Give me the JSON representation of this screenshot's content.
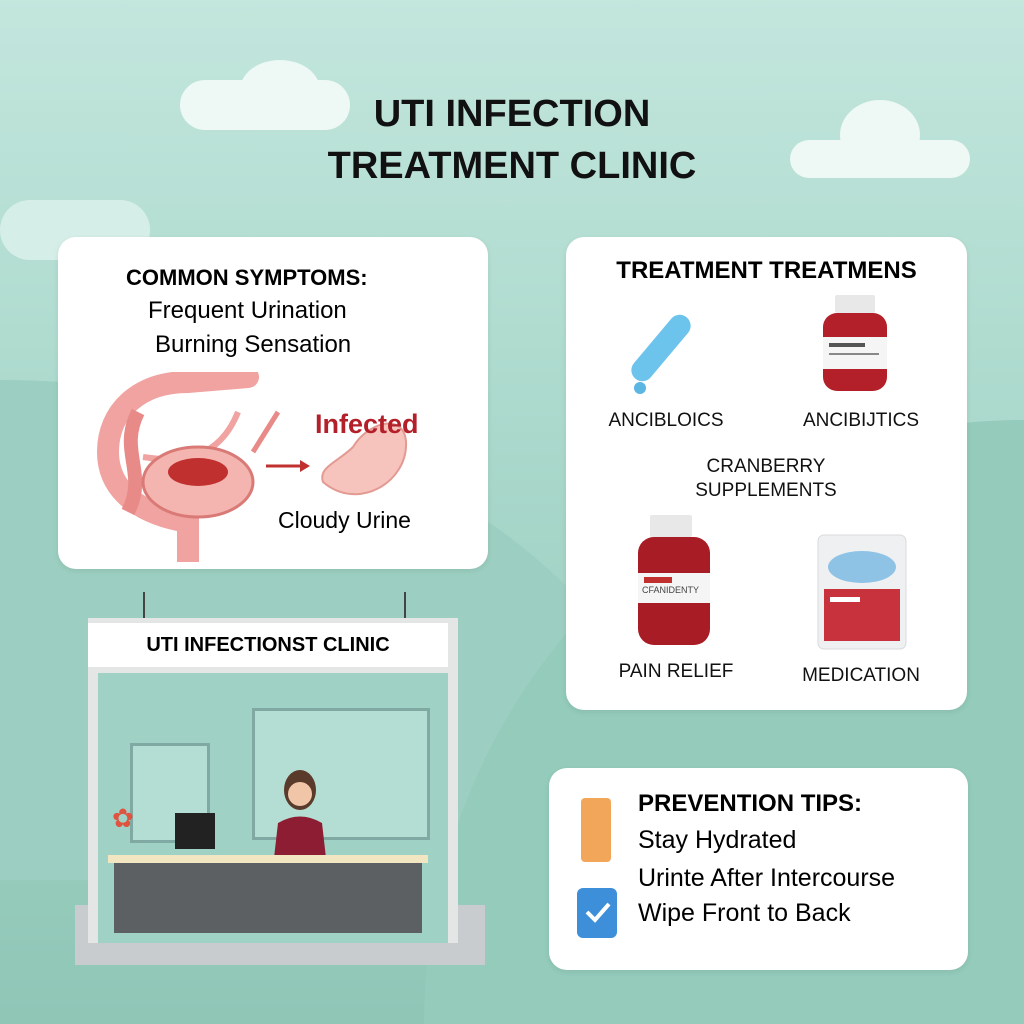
{
  "title": {
    "line1": "UTI INFECTION",
    "line2": "TREATMENT CLINIC"
  },
  "symptoms": {
    "heading": "COMMON SYMPTOMS:",
    "items": [
      "Frequent Urination",
      "Burning Sensation"
    ],
    "infected_label": "Infected",
    "cloudy_label": "Cloudy Urine"
  },
  "treatments": {
    "heading": "TREATMENT TREATMENS",
    "items": [
      {
        "label": "ANCIBLOICS",
        "icon": "capsule-icon"
      },
      {
        "label": "ANCIBIJTICS",
        "icon": "medicine-bottle-icon"
      },
      {
        "label": "CRANBERRY\nSUPPLEMENTS"
      },
      {
        "label": "PAIN RELIEF",
        "icon": "medicine-bottle-icon",
        "bottle_text": "CFANIDENTY"
      },
      {
        "label": "MEDICATION",
        "icon": "medication-bag-icon"
      }
    ]
  },
  "clinic": {
    "sign": "UTI INFECTIONST CLINIC"
  },
  "prevention": {
    "heading": "PREVENTION TIPS:",
    "items": [
      "Stay Hydrated",
      "Urinte After Intercourse",
      "Wipe Front to Back"
    ]
  },
  "colors": {
    "accent_red": "#b3202a",
    "capsule_blue": "#6cc3ec",
    "bg_mint": "#a9d8cb"
  }
}
